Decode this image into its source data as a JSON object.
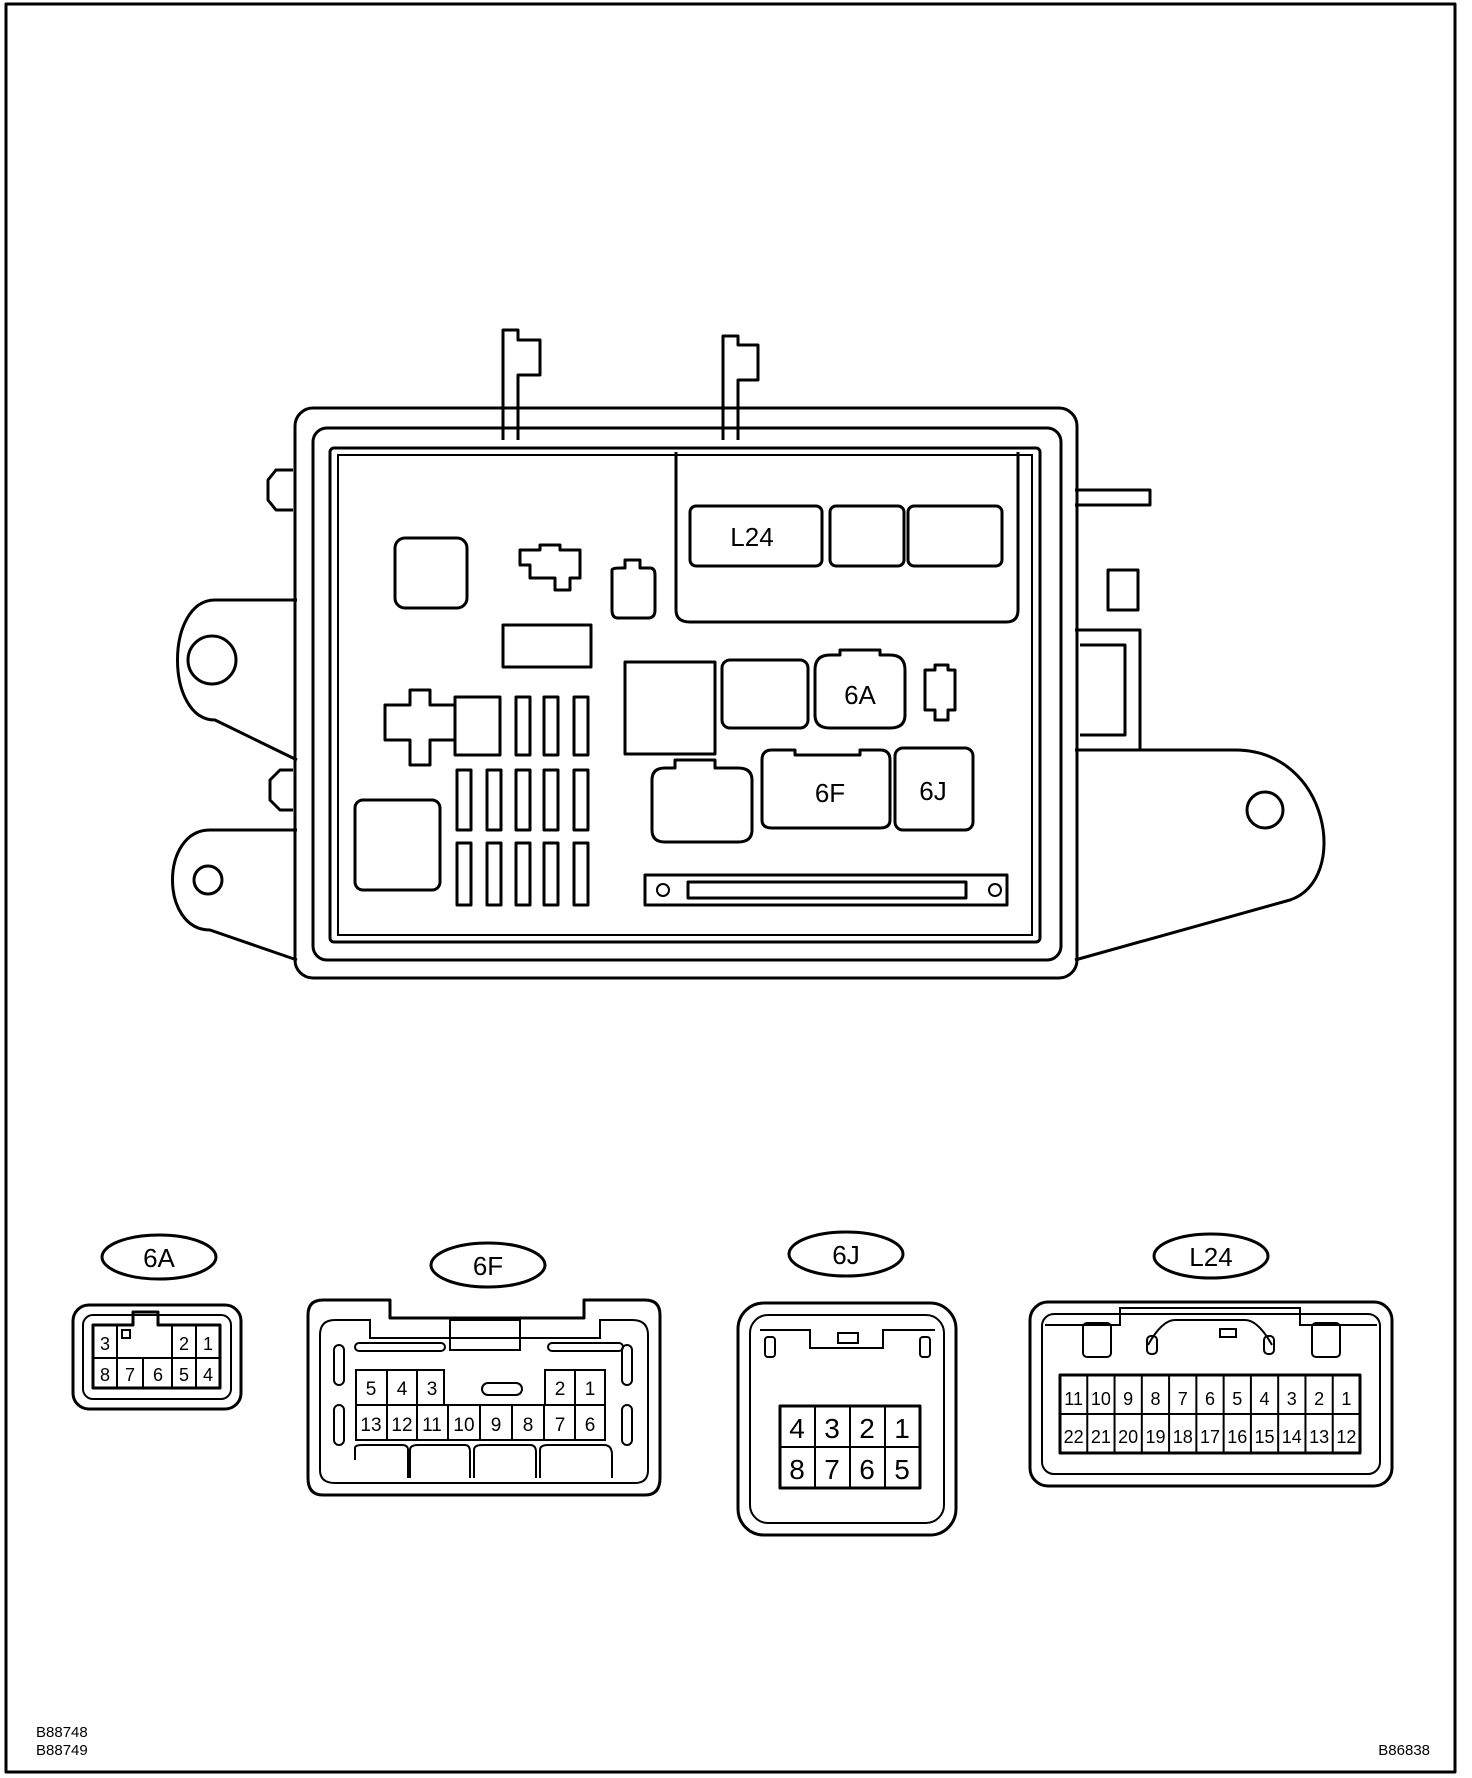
{
  "junction_block": {
    "labels": {
      "l24": "L24",
      "a6": "6A",
      "f6": "6F",
      "j6": "6J"
    }
  },
  "connectors": {
    "c6a": {
      "name": "6A",
      "pins": [
        "3",
        "2",
        "1",
        "8",
        "7",
        "6",
        "5",
        "4"
      ]
    },
    "c6f": {
      "name": "6F",
      "pins": [
        "5",
        "4",
        "3",
        "2",
        "1",
        "13",
        "12",
        "11",
        "10",
        "9",
        "8",
        "7",
        "6"
      ]
    },
    "c6j": {
      "name": "6J",
      "pins": [
        "4",
        "3",
        "2",
        "1",
        "8",
        "7",
        "6",
        "5"
      ]
    },
    "cl24": {
      "name": "L24",
      "pins": [
        "11",
        "10",
        "9",
        "8",
        "7",
        "6",
        "5",
        "4",
        "3",
        "2",
        "1",
        "22",
        "21",
        "20",
        "19",
        "18",
        "17",
        "16",
        "15",
        "14",
        "13",
        "12"
      ]
    }
  },
  "footer": {
    "code_left_1": "B88748",
    "code_left_2": "B88749",
    "code_right": "B86838"
  }
}
